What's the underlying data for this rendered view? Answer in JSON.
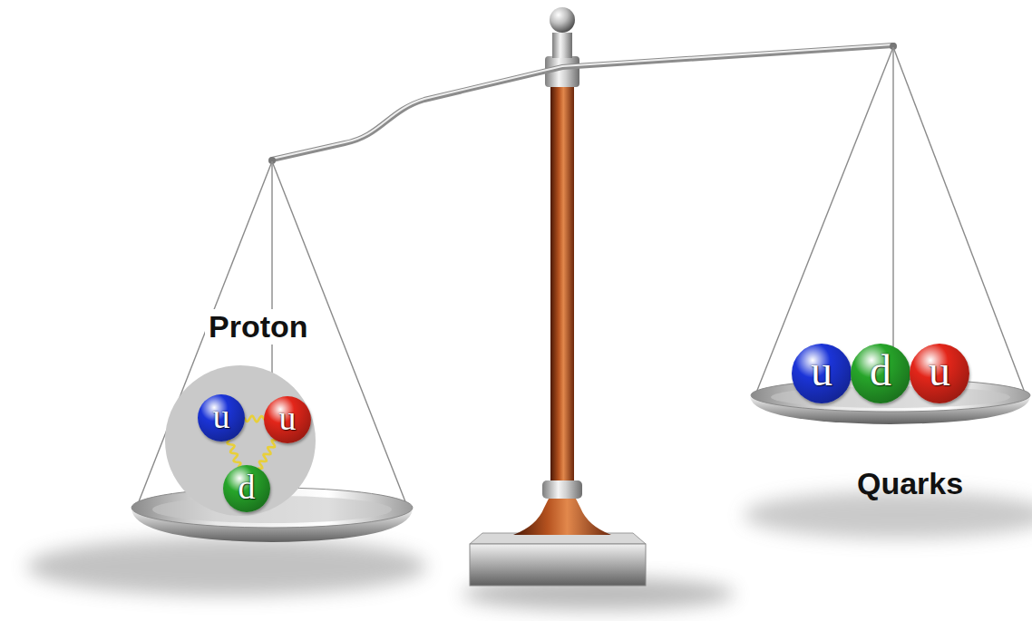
{
  "diagram": {
    "nodes": [
      {
        "text": [
          "Proton"
        ]
      },
      {
        "text": [
          "u"
        ],
        "in": 0
      },
      {
        "text": [
          "u"
        ],
        "in": 0
      },
      {
        "text": [
          "d"
        ],
        "in": 0
      },
      {
        "text": [
          "u"
        ]
      },
      {
        "text": [
          "d"
        ]
      },
      {
        "text": [
          "u"
        ]
      }
    ],
    "edges": [
      {
        "from": 1,
        "to": 2,
        "arrow": "none"
      },
      {
        "from": 1,
        "to": 3,
        "arrow": "none"
      },
      {
        "from": 2,
        "to": 3,
        "arrow": "none"
      }
    ],
    "labels": [
      "Quarks"
    ]
  }
}
